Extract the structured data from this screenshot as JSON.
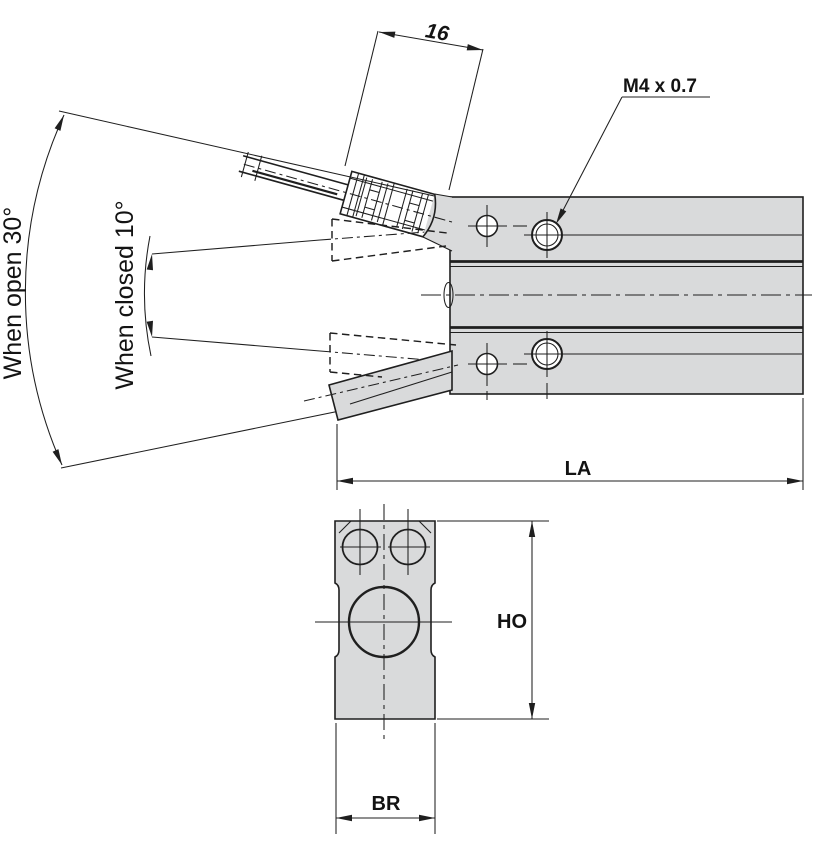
{
  "colors": {
    "line": "#1f1f1f",
    "fill": "#d9dadb",
    "background": "#ffffff"
  },
  "side_view": {
    "dim_16_label": "16",
    "thread_label": "M4 x 0.7",
    "open_angle_label": "When open 30°",
    "closed_angle_label": "When closed 10°",
    "length_label": "LA"
  },
  "bottom_view": {
    "height_label": "HO",
    "width_label": "BR"
  }
}
